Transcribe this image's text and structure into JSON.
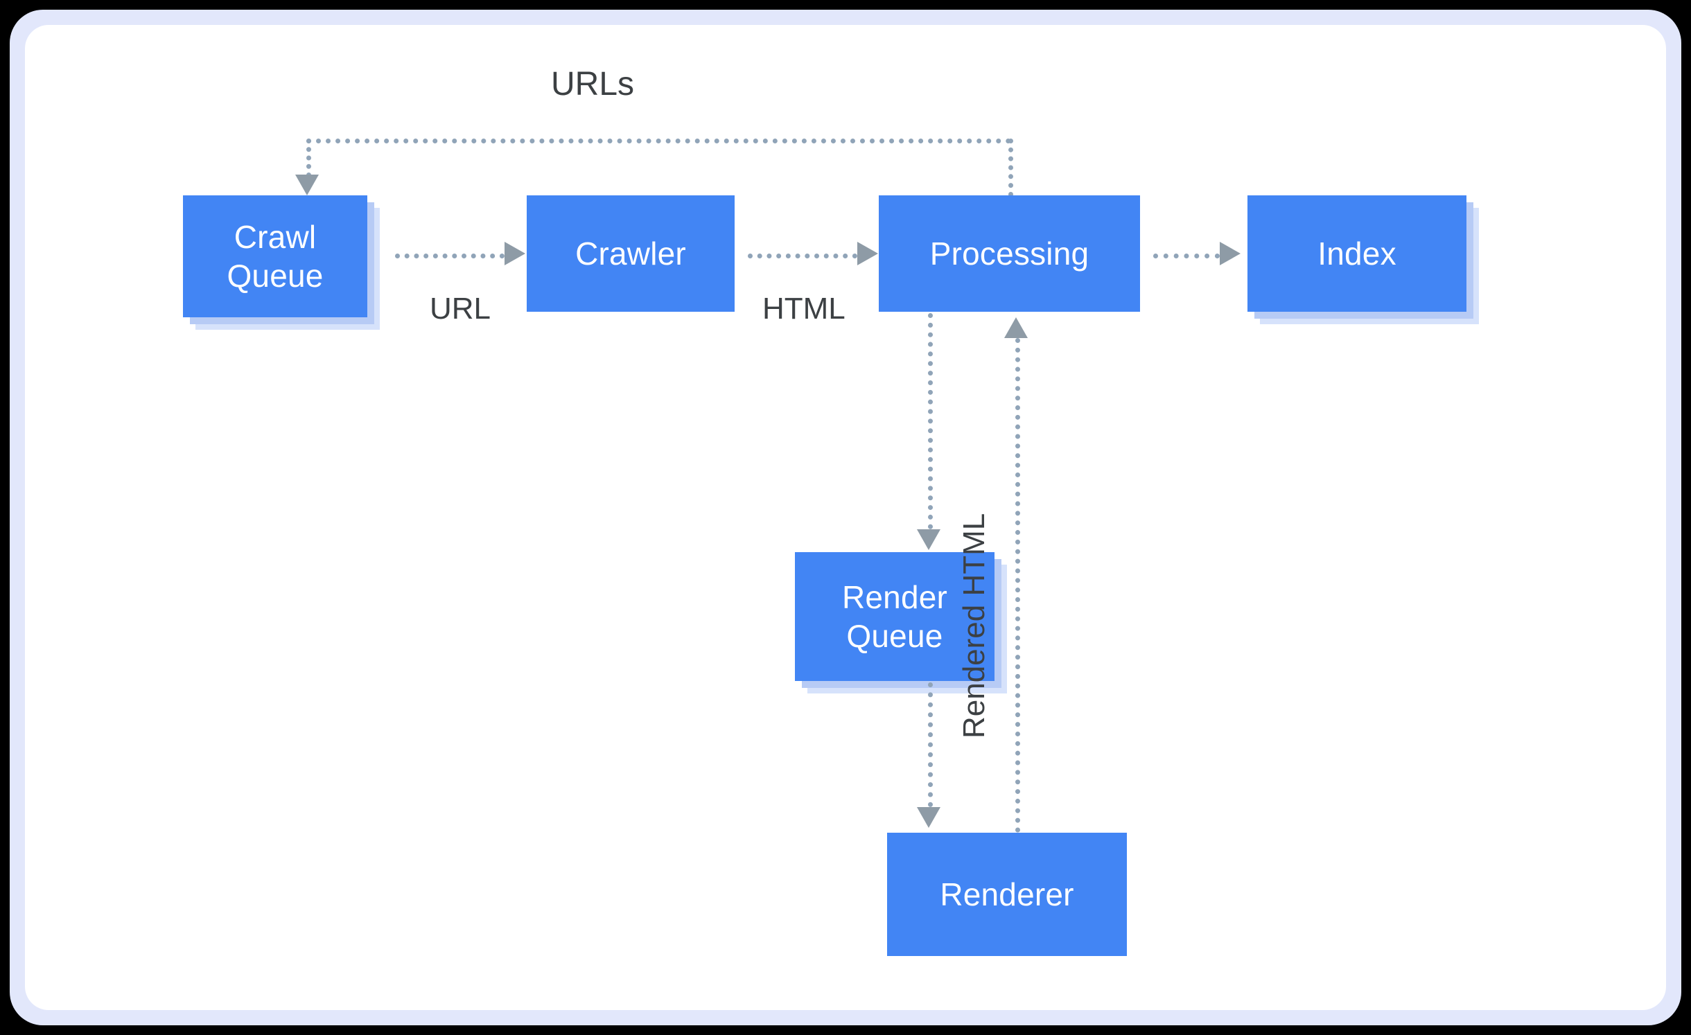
{
  "diagram": {
    "title_label": "URLs",
    "colors": {
      "node_fill": "#4285f4",
      "node_text": "#ffffff",
      "shadow_mid": "#b7cbf5",
      "shadow_light": "#d6e2fb",
      "connector": "#90a4b8",
      "arrow": "#8e9ba6",
      "label_text": "#3c4043",
      "canvas": "#ffffff",
      "frame_ring": "#e2e7fb",
      "frame_outer": "#000000"
    },
    "nodes": [
      {
        "id": "crawl-queue",
        "label": "Crawl\nQueue",
        "stacked": true
      },
      {
        "id": "crawler",
        "label": "Crawler",
        "stacked": false
      },
      {
        "id": "processing",
        "label": "Processing",
        "stacked": false
      },
      {
        "id": "index",
        "label": "Index",
        "stacked": true
      },
      {
        "id": "render-queue",
        "label": "Render\nQueue",
        "stacked": true
      },
      {
        "id": "renderer",
        "label": "Renderer",
        "stacked": false
      }
    ],
    "edges": [
      {
        "id": "crawlqueue-to-crawler",
        "label": "URL",
        "from": "crawl-queue",
        "to": "crawler"
      },
      {
        "id": "crawler-to-processing",
        "label": "HTML",
        "from": "crawler",
        "to": "processing"
      },
      {
        "id": "processing-to-index",
        "label": "",
        "from": "processing",
        "to": "index"
      },
      {
        "id": "processing-to-crawlqueue",
        "label": "URLs",
        "from": "processing",
        "to": "crawl-queue"
      },
      {
        "id": "processing-to-renderqueue",
        "label": "",
        "from": "processing",
        "to": "render-queue"
      },
      {
        "id": "renderqueue-to-renderer",
        "label": "",
        "from": "render-queue",
        "to": "renderer"
      },
      {
        "id": "renderer-to-processing",
        "label": "Rendered HTML",
        "from": "renderer",
        "to": "processing"
      }
    ]
  }
}
